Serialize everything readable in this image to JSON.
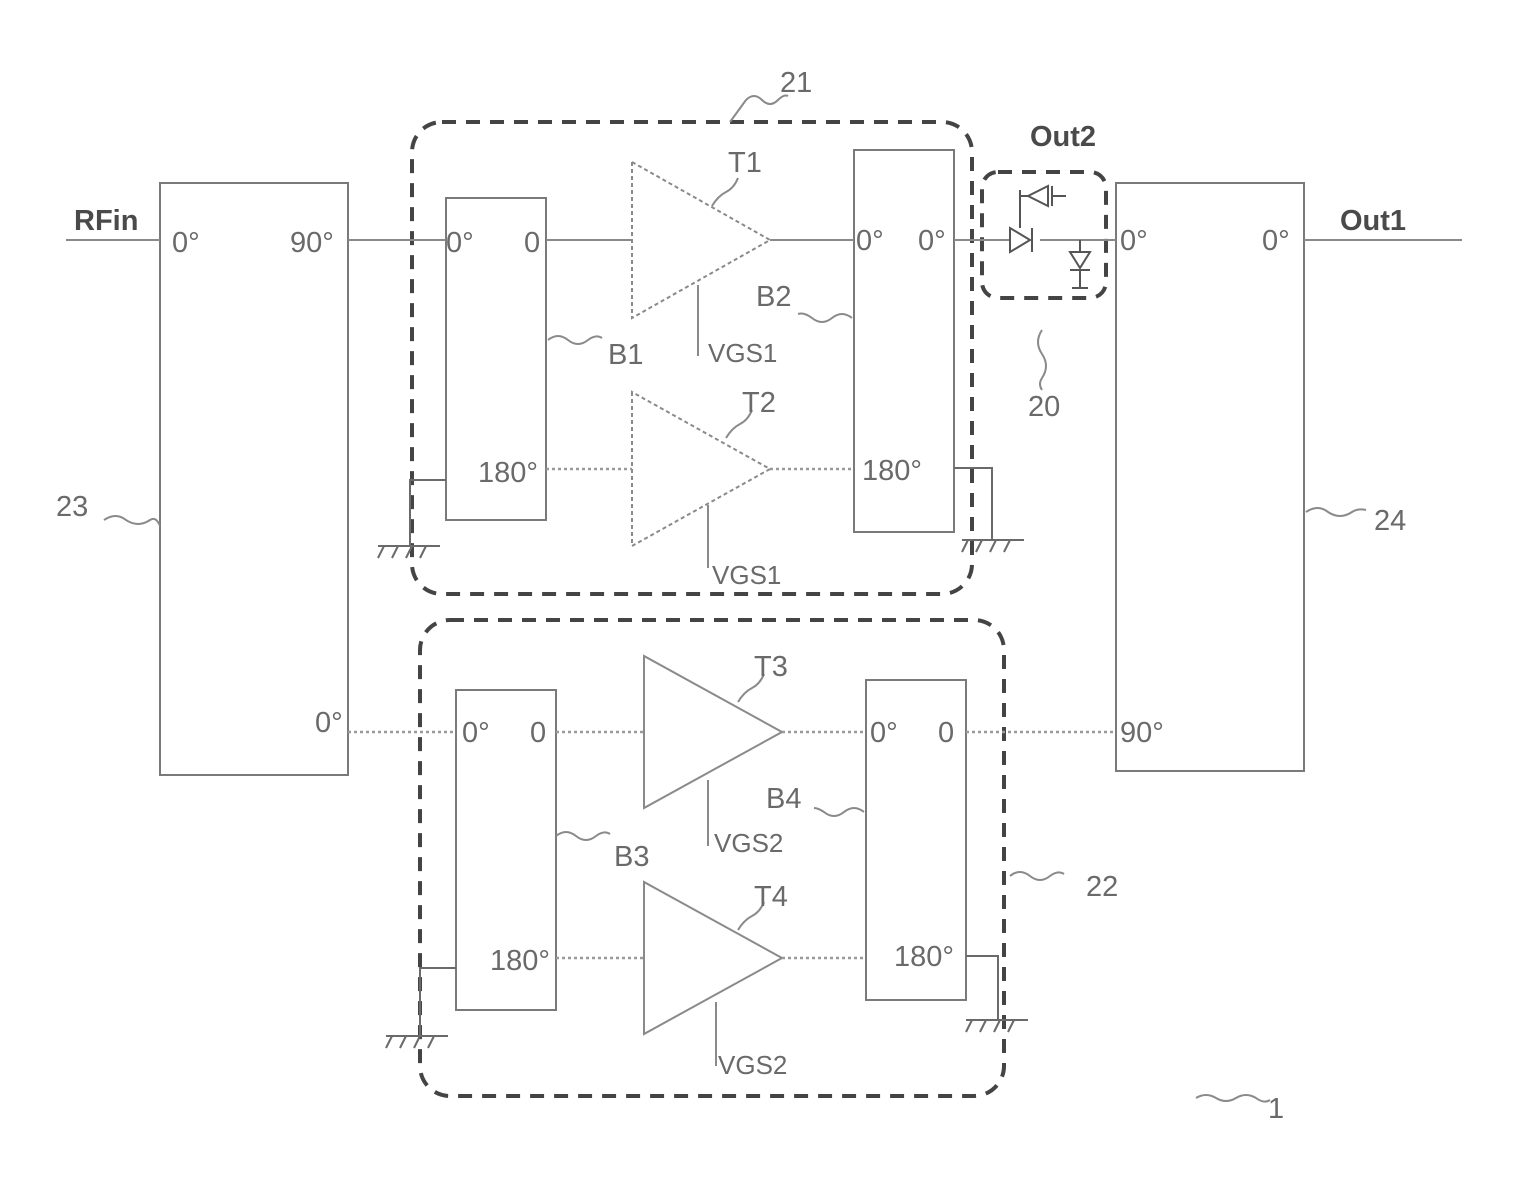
{
  "input_label": "RFin",
  "output1_label": "Out1",
  "output2_label": "Out2",
  "ref_21": "21",
  "ref_22": "22",
  "ref_23": "23",
  "ref_24": "24",
  "ref_20": "20",
  "ref_1": "1",
  "coupler_23": {
    "in_port": "0°",
    "out_90": "90°",
    "out_0": "0°"
  },
  "coupler_24": {
    "in_0": "0°",
    "in_90": "90°",
    "out_0": "0°"
  },
  "balun_B1": {
    "name": "B1",
    "in": "0°",
    "out0": "0",
    "out180": "180°"
  },
  "balun_B2": {
    "name": "B2",
    "in0": "0°",
    "out": "0°",
    "in180": "180°"
  },
  "balun_B3": {
    "name": "B3",
    "in": "0°",
    "out0": "0",
    "out180": "180°"
  },
  "balun_B4": {
    "name": "B4",
    "in0": "0°",
    "out": "0",
    "in180": "180°"
  },
  "amp_T1": {
    "name": "T1",
    "bias": "VGS1"
  },
  "amp_T2": {
    "name": "T2",
    "bias": "VGS1"
  },
  "amp_T3": {
    "name": "T3",
    "bias": "VGS2"
  },
  "amp_T4": {
    "name": "T4",
    "bias": "VGS2"
  }
}
